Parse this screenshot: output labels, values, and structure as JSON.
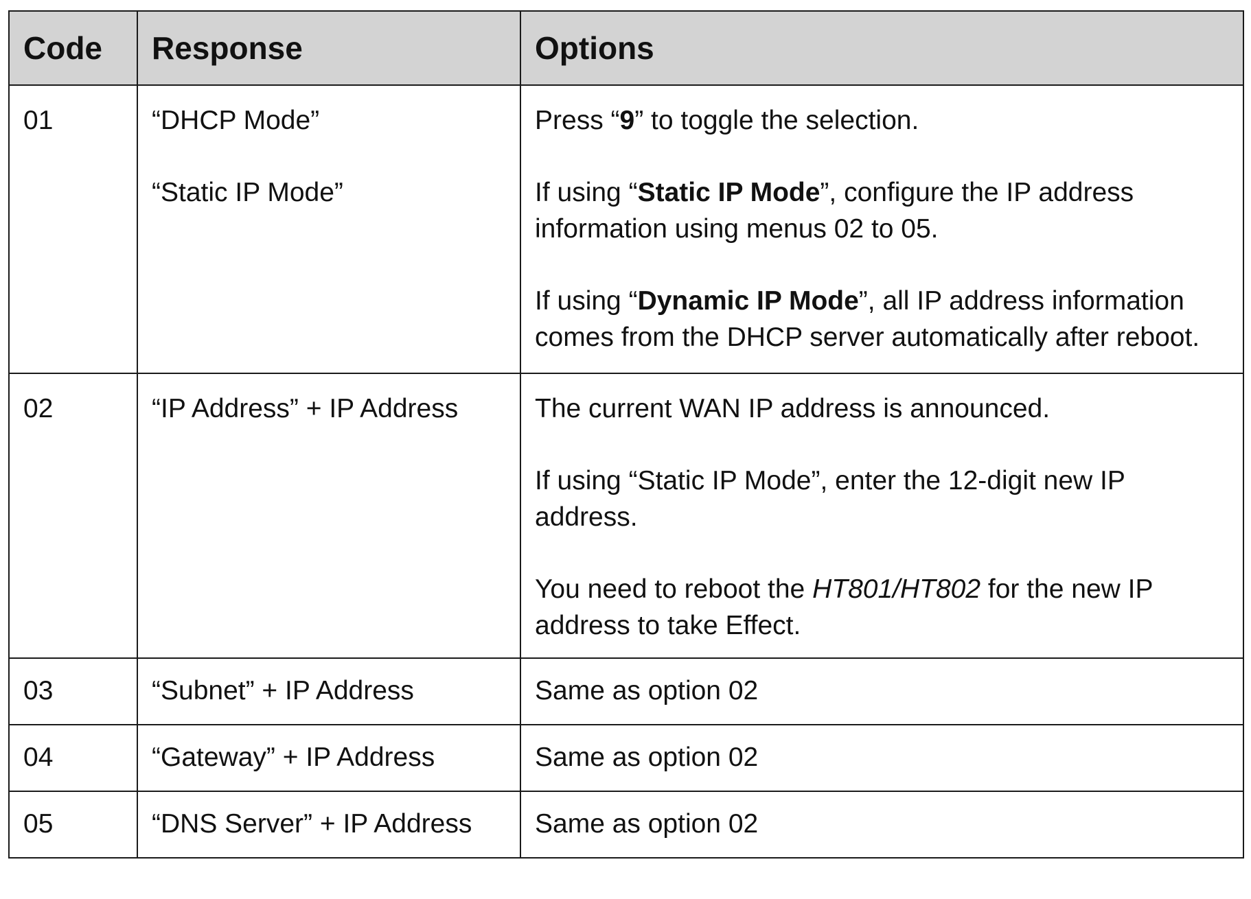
{
  "table": {
    "headers": {
      "code": "Code",
      "response": "Response",
      "options": "Options"
    },
    "rows": [
      {
        "code": "01",
        "responses": [
          "“DHCP Mode”",
          "“Static IP Mode”"
        ],
        "options": {
          "p1": {
            "a": "Press “",
            "b": "9",
            "c": "” to toggle the selection."
          },
          "p2": {
            "a": "If using “",
            "b": "Static IP Mode",
            "c": "”, configure the IP address information using menus 02 to 05."
          },
          "p3": {
            "a": "If using “",
            "b": "Dynamic IP Mode",
            "c": "”, all IP address information comes from the DHCP server automatically after reboot."
          }
        }
      },
      {
        "code": "02",
        "responses": [
          "“IP Address” + IP Address"
        ],
        "options": {
          "p1": "The current WAN IP address is announced.",
          "p2": "If using “Static IP Mode”, enter the 12-digit new IP address.",
          "p3": {
            "a": "You need to reboot the ",
            "i": "HT801/HT802",
            "c": " for the new IP address to take Effect."
          }
        }
      },
      {
        "code": "03",
        "responses": [
          "“Subnet” + IP Address"
        ],
        "options": {
          "p1": "Same as option 02"
        }
      },
      {
        "code": "04",
        "responses": [
          "“Gateway” + IP Address"
        ],
        "options": {
          "p1": "Same as option 02"
        }
      },
      {
        "code": "05",
        "responses": [
          "“DNS Server” + IP Address"
        ],
        "options": {
          "p1": "Same as option 02"
        }
      }
    ]
  }
}
